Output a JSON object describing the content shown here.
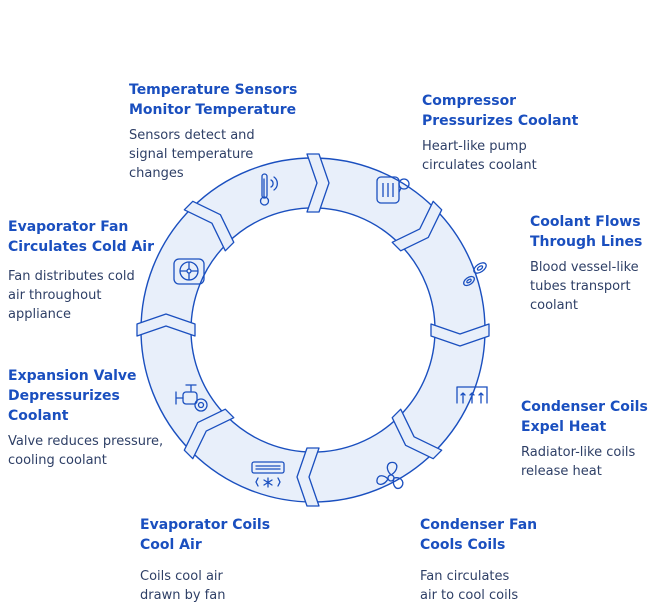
{
  "stages": [
    {
      "title": "Temperature Sensors\nMonitor Temperature",
      "desc": "Sensors detect and\nsignal temperature\nchanges",
      "icon": "thermometer-icon"
    },
    {
      "title": "Compressor\nPressurizes Coolant",
      "desc": "Heart-like pump\ncirculates coolant",
      "icon": "compressor-icon"
    },
    {
      "title": "Coolant Flows\nThrough Lines",
      "desc": "Blood vessel-like\ntubes transport\ncoolant",
      "icon": "blood-cells-icon"
    },
    {
      "title": "Condenser Coils\nExpel Heat",
      "desc": "Radiator-like coils\nrelease heat",
      "icon": "heater-icon"
    },
    {
      "title": "Condenser Fan\nCools Coils",
      "desc": "Fan circulates\nair to cool coils",
      "icon": "fan-icon"
    },
    {
      "title": "Evaporator Coils\nCool Air",
      "desc": "Coils cool air\ndrawn by fan",
      "icon": "air-conditioner-icon"
    },
    {
      "title": "Expansion Valve\nDepressurizes\nCoolant",
      "desc": "Valve reduces pressure,\ncooling coolant",
      "icon": "valve-icon"
    },
    {
      "title": "Evaporator Fan\nCirculates Cold Air",
      "desc": "Fan distributes cold\nair throughout\nappliance",
      "icon": "fan-unit-icon"
    }
  ],
  "colors": {
    "ring_fill": "#e8effa",
    "stroke": "#1a4fbf",
    "title": "#1a4fbf",
    "text": "#2e3f66"
  }
}
